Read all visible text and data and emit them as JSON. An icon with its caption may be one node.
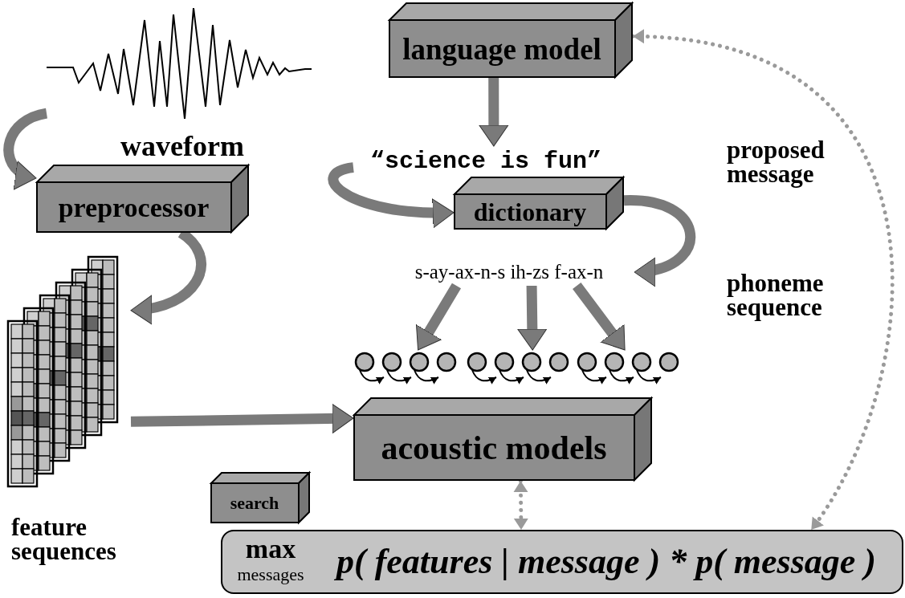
{
  "diagram": {
    "nodes": [
      {
        "text": [],
        "shape": "picture",
        "beside": [
          "waveform"
        ]
      },
      {
        "text": [
          "preprocessor"
        ]
      },
      {
        "text": [],
        "shape": "picture",
        "beside": [
          "feature sequences"
        ]
      },
      {
        "text": [
          "language model"
        ]
      },
      {
        "text": [
          "“science is fun”"
        ]
      },
      {
        "text": [
          "dictionary"
        ]
      },
      {
        "text": [
          "s-ay-ax-n-s ih-zs f-ax-n"
        ]
      },
      {
        "text": [],
        "shape": "picture"
      },
      {
        "text": [],
        "shape": "picture"
      },
      {
        "text": [],
        "shape": "picture"
      },
      {
        "text": [
          "acoustic models"
        ]
      },
      {
        "text": [
          "search"
        ]
      },
      {
        "text": [
          "max",
          "messages",
          "p( features | message ) * p( message )"
        ]
      }
    ],
    "edges": [
      {
        "from": 0,
        "to": 1,
        "arrow": "to"
      },
      {
        "from": 1,
        "to": 2,
        "arrow": "to"
      },
      {
        "from": 3,
        "to": 4,
        "arrow": "to"
      },
      {
        "from": 4,
        "to": 5,
        "arrow": "to"
      },
      {
        "from": 5,
        "to": 6,
        "arrow": "to"
      },
      {
        "from": 6,
        "to": 7,
        "arrow": "to"
      },
      {
        "from": 6,
        "to": 8,
        "arrow": "to"
      },
      {
        "from": 6,
        "to": 9,
        "arrow": "to"
      },
      {
        "from": 2,
        "to": 10,
        "arrow": "to"
      },
      {
        "from": 10,
        "to": 12,
        "arrow": "both",
        "style": "dashed"
      },
      {
        "from": 3,
        "to": 12,
        "arrow": "both",
        "style": "dashed"
      }
    ],
    "labels": [
      "proposed message",
      "phoneme sequence"
    ]
  }
}
